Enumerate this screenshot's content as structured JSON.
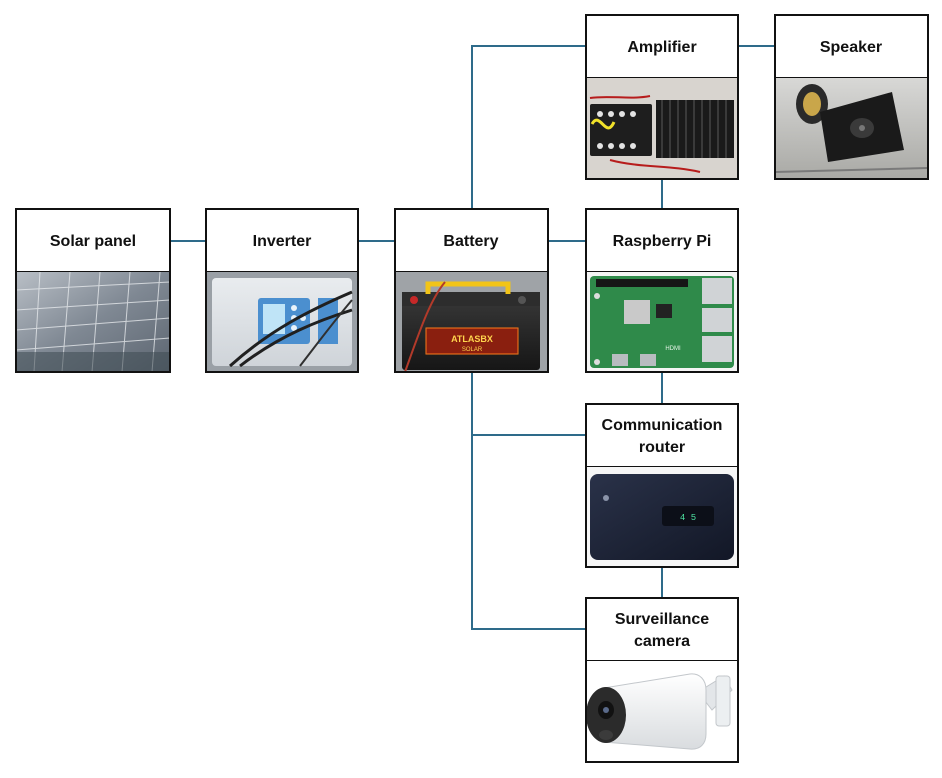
{
  "nodes": {
    "solar": {
      "label": "Solar panel"
    },
    "inverter": {
      "label": "Inverter"
    },
    "battery": {
      "label": "Battery",
      "brand_text": "ATLASBX",
      "brand_sub": "SOLAR"
    },
    "amplifier": {
      "label": "Amplifier"
    },
    "speaker": {
      "label": "Speaker"
    },
    "raspberry": {
      "label": "Raspberry Pi",
      "port_text": "HDMI"
    },
    "router": {
      "label_line1": "Communication",
      "label_line2": "router",
      "display_text": "4 5"
    },
    "camera": {
      "label_line1": "Surveillance",
      "label_line2": "camera"
    }
  },
  "colors": {
    "connector": "#2e6b8a",
    "border": "#111111",
    "pcb_green": "#2f8a4a",
    "router_body": "#1c2235",
    "battery_body": "#2a2a2a",
    "battery_top": "#f2c417"
  }
}
